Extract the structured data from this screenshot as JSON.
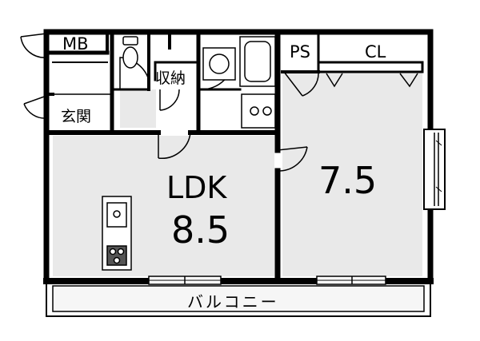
{
  "rooms": {
    "mb": "MB",
    "storage": "収納",
    "entrance": "玄関",
    "ps": "PS",
    "cl": "CL",
    "ldk_name": "LDK",
    "ldk_size": "8.5",
    "bedroom_size": "7.5",
    "balcony": "バルコニー"
  },
  "colors": {
    "floor": "#e9e9e9",
    "wall": "#000000",
    "background": "#ffffff"
  }
}
